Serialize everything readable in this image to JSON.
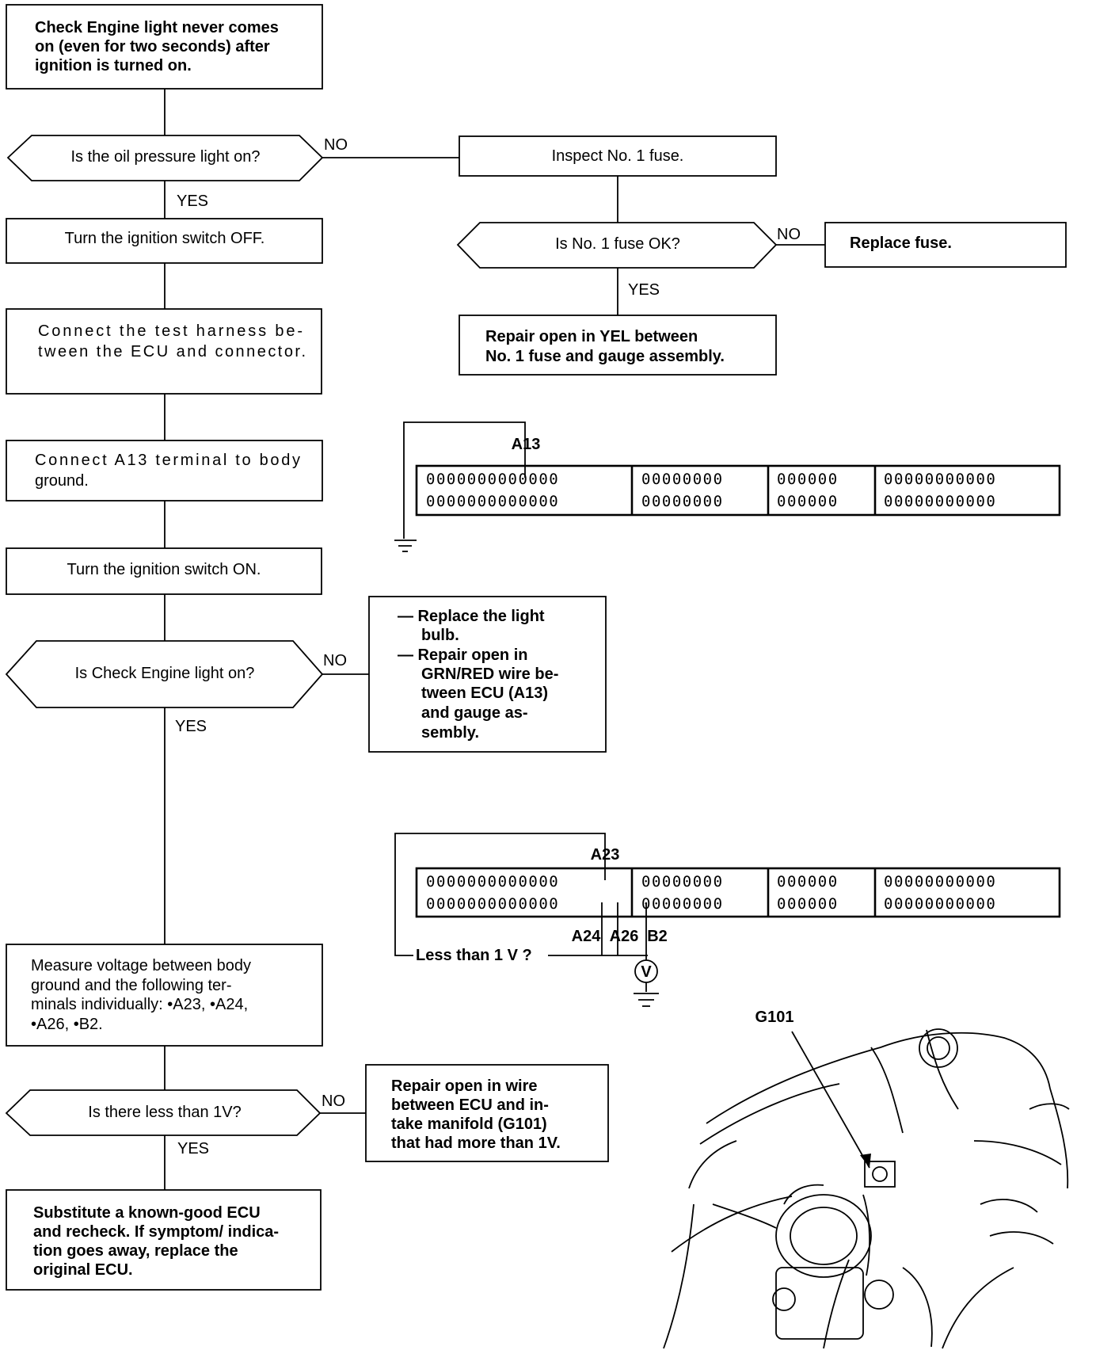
{
  "flow": {
    "start": [
      "Check Engine light never comes",
      "on (even for two seconds) after",
      "ignition is turned on."
    ],
    "q_oil": "Is the oil pressure light on?",
    "inspect_fuse": "Inspect No. 1 fuse.",
    "q_fuse": "Is No. 1 fuse OK?",
    "replace_fuse": "Replace fuse.",
    "repair_yel": [
      "Repair open in YEL between",
      "No. 1 fuse and gauge assembly."
    ],
    "ign_off": "Turn the ignition switch OFF.",
    "connect_harness": [
      "Connect the test harness be-",
      "tween the ECU and connector."
    ],
    "connect_a13": [
      "Connect A13 terminal to body",
      "ground."
    ],
    "ign_on": "Turn the ignition switch ON.",
    "q_check": "Is Check Engine light on?",
    "repair_bulb": [
      "— Replace the light",
      "bulb.",
      "— Repair open in",
      "GRN/RED wire be-",
      "tween ECU (A13)",
      "and gauge as-",
      "sembly."
    ],
    "measure": [
      "Measure voltage between body",
      "ground and the following ter-",
      "minals individually: •A23, •A24,",
      "•A26, •B2."
    ],
    "q_less": "Is there less than 1V?",
    "repair_wire": [
      "Repair open in wire",
      "between ECU and in-",
      "take manifold (G101)",
      "that had more than 1V."
    ],
    "substitute": [
      "Substitute a known-good ECU",
      "and recheck. If symptom/ indica-",
      "tion goes away, replace the",
      "original ECU."
    ],
    "yes": "YES",
    "no": "NO"
  },
  "connector1": {
    "terminal": "A13",
    "rows": [
      "0000000000000",
      "00000000",
      "000000",
      "00000000000"
    ]
  },
  "connector2": {
    "terminal_top": "A23",
    "terminal_bottom": [
      "A24",
      "A26",
      "B2"
    ],
    "probe_label": "Less than 1 V ?",
    "meter": "V",
    "rows": [
      "0000000000000",
      "00000000",
      "000000",
      "00000000000"
    ]
  },
  "engine": {
    "ground_label": "G101"
  }
}
